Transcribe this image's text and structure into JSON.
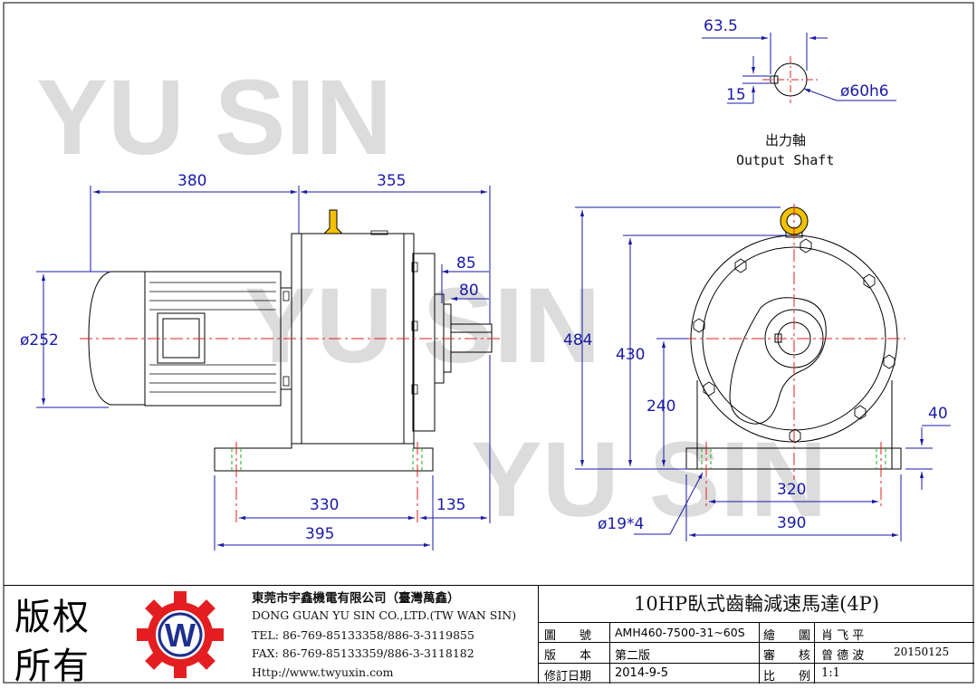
{
  "watermark": "YU SIN",
  "dims": {
    "d380": "380",
    "d355": "355",
    "d85": "85",
    "d80": "80",
    "d252": "ø252",
    "d330": "330",
    "d135": "135",
    "d395": "395",
    "d484": "484",
    "d430": "430",
    "d240": "240",
    "d40": "40",
    "d320": "320",
    "d390": "390",
    "d19x4": "ø19*4",
    "d63_5": "63.5",
    "d15": "15",
    "d60h6": "ø60h6"
  },
  "shaft_label_cn": "出力軸",
  "shaft_label_en": "Output Shaft",
  "copyright_line1": "版权",
  "copyright_line2": "所有",
  "logo_letter": "W",
  "company": {
    "name_cn": "東莞市宇鑫機電有限公司（臺灣萬鑫）",
    "name_en": "DONG GUAN YU SIN CO.,LTD.(TW WAN SIN)",
    "tel": "TEL: 86-769-85133358/886-3-3119855",
    "fax": "FAX: 86-769-85133359/886-3-3118182",
    "web": "Http://www.twyuxin.com"
  },
  "product_title": "10HP臥式齒輪減速馬達(4P)",
  "table": {
    "drawing_no_label": "圖　　號",
    "drawing_no": "AMH460-7500-31~60S",
    "drawn_label": "繪　　圖",
    "drawn_by": "肖 飞 平",
    "version_label": "版　　本",
    "version": "第二版",
    "review_label": "審　　核",
    "reviewed_by": "曾 德 波",
    "review_date": "20150125",
    "revision_label": "修訂日期",
    "revision_date": "2014-9-5",
    "scale_label": "比　　例",
    "scale": "1:1"
  },
  "colors": {
    "dimension": "#1a1aa8",
    "centerline": "#e0201e",
    "hole": "#22aa22",
    "lifting_eye": "#f2c200",
    "logo_red": "#e41e20",
    "logo_blue": "#1d2f8f"
  }
}
